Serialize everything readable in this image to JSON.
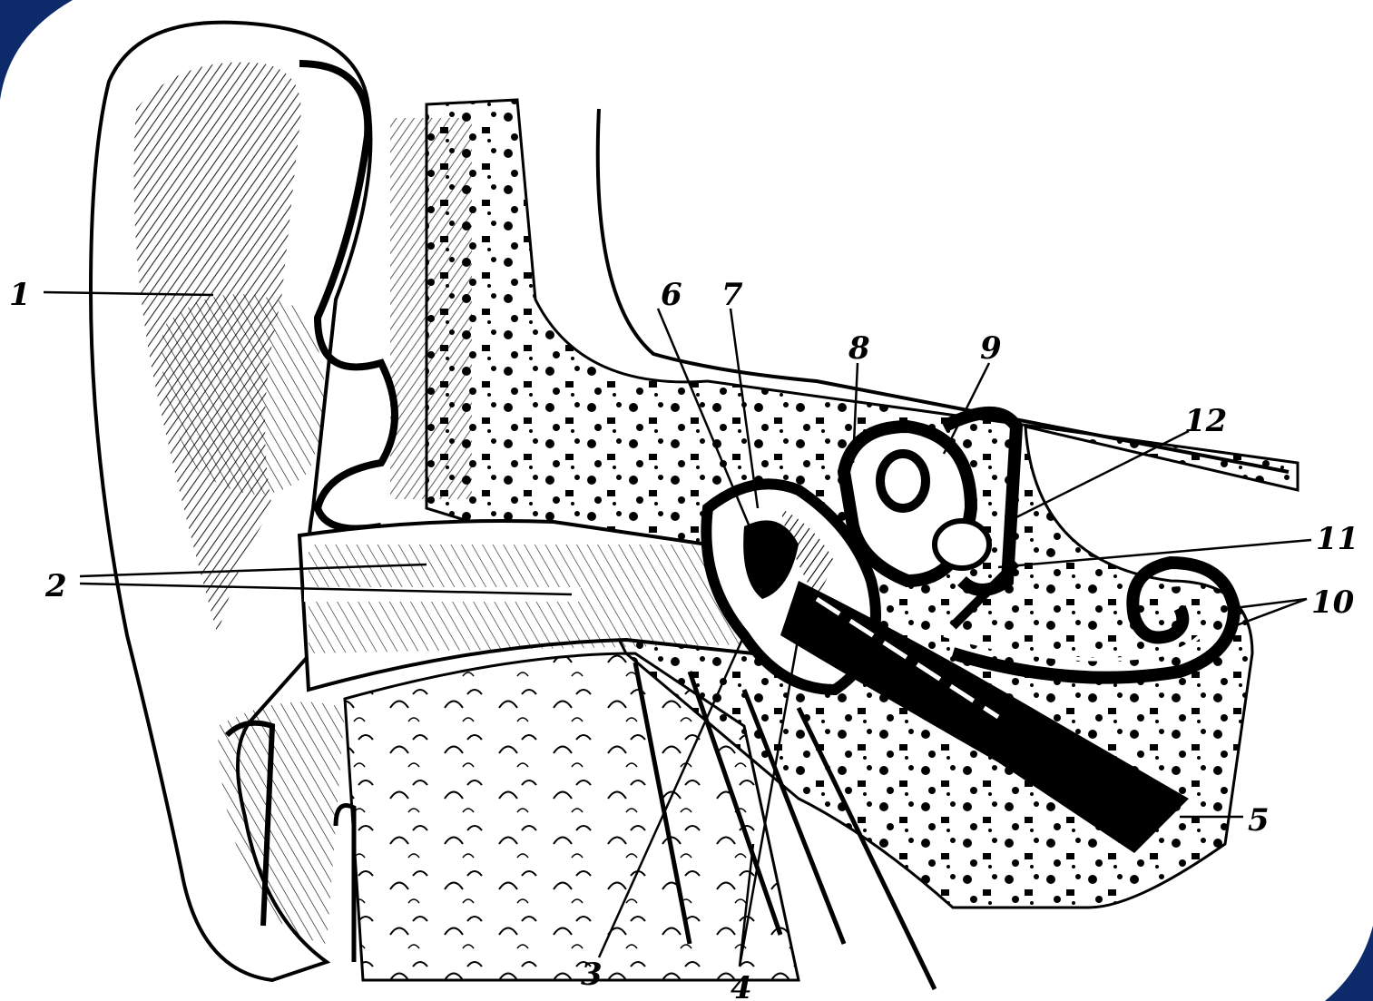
{
  "figure": {
    "labels": [
      {
        "id": "l1",
        "text": "1"
      },
      {
        "id": "l2",
        "text": "2"
      },
      {
        "id": "l3",
        "text": "3"
      },
      {
        "id": "l4",
        "text": "4"
      },
      {
        "id": "l5",
        "text": "5"
      },
      {
        "id": "l6",
        "text": "6"
      },
      {
        "id": "l7",
        "text": "7"
      },
      {
        "id": "l8",
        "text": "8"
      },
      {
        "id": "l9",
        "text": "9"
      },
      {
        "id": "l10",
        "text": "10"
      },
      {
        "id": "l11",
        "text": "11"
      },
      {
        "id": "l12",
        "text": "12"
      }
    ]
  },
  "colors": {
    "frame": "#0d2a6b",
    "ink": "#000000",
    "paper": "#ffffff"
  }
}
